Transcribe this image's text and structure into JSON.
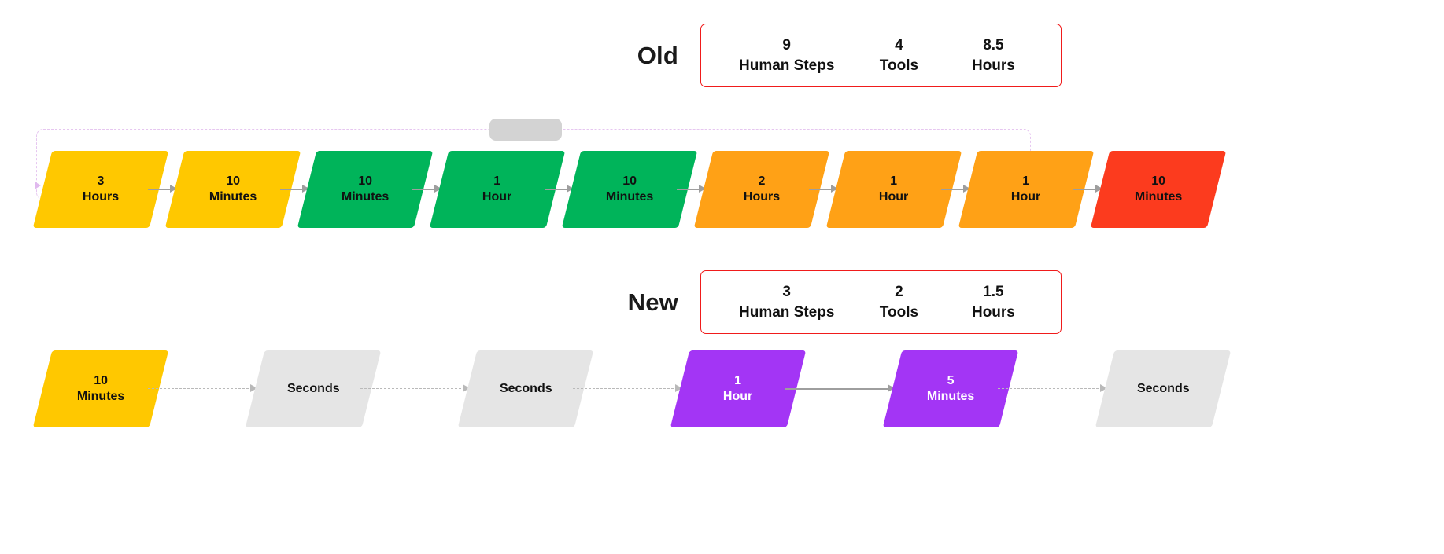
{
  "colors": {
    "yellow": "#FFC800",
    "green": "#00B45A",
    "orange": "#FFA116",
    "red": "#FC3B1E",
    "purple": "#A335F5",
    "grey": "#E5E5E5",
    "stats_border": "#F01B1B",
    "connector": "#9E9E9E",
    "dashed_connector": "#B9B9B9",
    "loop_dash": "#E6C6F0",
    "loop_pill": "#D3D3D3",
    "text_dark": "#111111",
    "text_light": "#FFFFFF",
    "background": "#FFFFFF"
  },
  "old": {
    "label": "Old",
    "stats": [
      {
        "value": "9",
        "label": "Human Steps"
      },
      {
        "value": "4",
        "label": "Tools"
      },
      {
        "value": "8.5",
        "label": "Hours"
      }
    ],
    "nodes": [
      {
        "value": "3",
        "unit": "Hours",
        "color": "#FFC800",
        "text_color": "#111111"
      },
      {
        "value": "10",
        "unit": "Minutes",
        "color": "#FFC800",
        "text_color": "#111111"
      },
      {
        "value": "10",
        "unit": "Minutes",
        "color": "#00B45A",
        "text_color": "#111111"
      },
      {
        "value": "1",
        "unit": "Hour",
        "color": "#00B45A",
        "text_color": "#111111"
      },
      {
        "value": "10",
        "unit": "Minutes",
        "color": "#00B45A",
        "text_color": "#111111"
      },
      {
        "value": "2",
        "unit": "Hours",
        "color": "#FFA116",
        "text_color": "#111111"
      },
      {
        "value": "1",
        "unit": "Hour",
        "color": "#FFA116",
        "text_color": "#111111"
      },
      {
        "value": "1",
        "unit": "Hour",
        "color": "#FFA116",
        "text_color": "#111111"
      },
      {
        "value": "10",
        "unit": "Minutes",
        "color": "#FC3B1E",
        "text_color": "#111111"
      }
    ]
  },
  "new": {
    "label": "New",
    "stats": [
      {
        "value": "3",
        "label": "Human Steps"
      },
      {
        "value": "2",
        "label": "Tools"
      },
      {
        "value": "1.5",
        "label": "Hours"
      }
    ],
    "nodes": [
      {
        "value": "10",
        "unit": "Minutes",
        "color": "#FFC800",
        "text_color": "#111111"
      },
      {
        "value": "",
        "unit": "Seconds",
        "color": "#E5E5E5",
        "text_color": "#111111"
      },
      {
        "value": "",
        "unit": "Seconds",
        "color": "#E5E5E5",
        "text_color": "#111111"
      },
      {
        "value": "1",
        "unit": "Hour",
        "color": "#A335F5",
        "text_color": "#FFFFFF"
      },
      {
        "value": "5",
        "unit": "Minutes",
        "color": "#A335F5",
        "text_color": "#FFFFFF"
      },
      {
        "value": "",
        "unit": "Seconds",
        "color": "#E5E5E5",
        "text_color": "#111111"
      }
    ],
    "connector_styles": [
      "dashed",
      "dashed",
      "dashed",
      "solid",
      "dashed"
    ]
  }
}
